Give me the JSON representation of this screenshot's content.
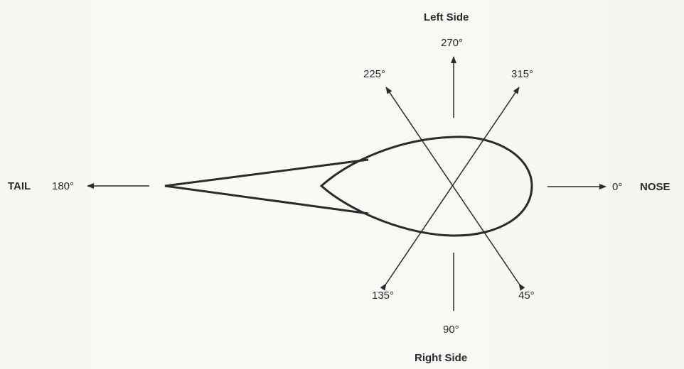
{
  "diagram": {
    "top_title": "Left Side",
    "bottom_title": "Right Side",
    "nose_label": "NOSE",
    "tail_label": "TAIL",
    "angles": {
      "a0": "0°",
      "a45": "45°",
      "a90": "90°",
      "a135": "135°",
      "a180": "180°",
      "a225": "225°",
      "a270": "270°",
      "a315": "315°"
    }
  },
  "colors": {
    "ink": "#2a2a2a",
    "paper": "#f8f8f5"
  }
}
